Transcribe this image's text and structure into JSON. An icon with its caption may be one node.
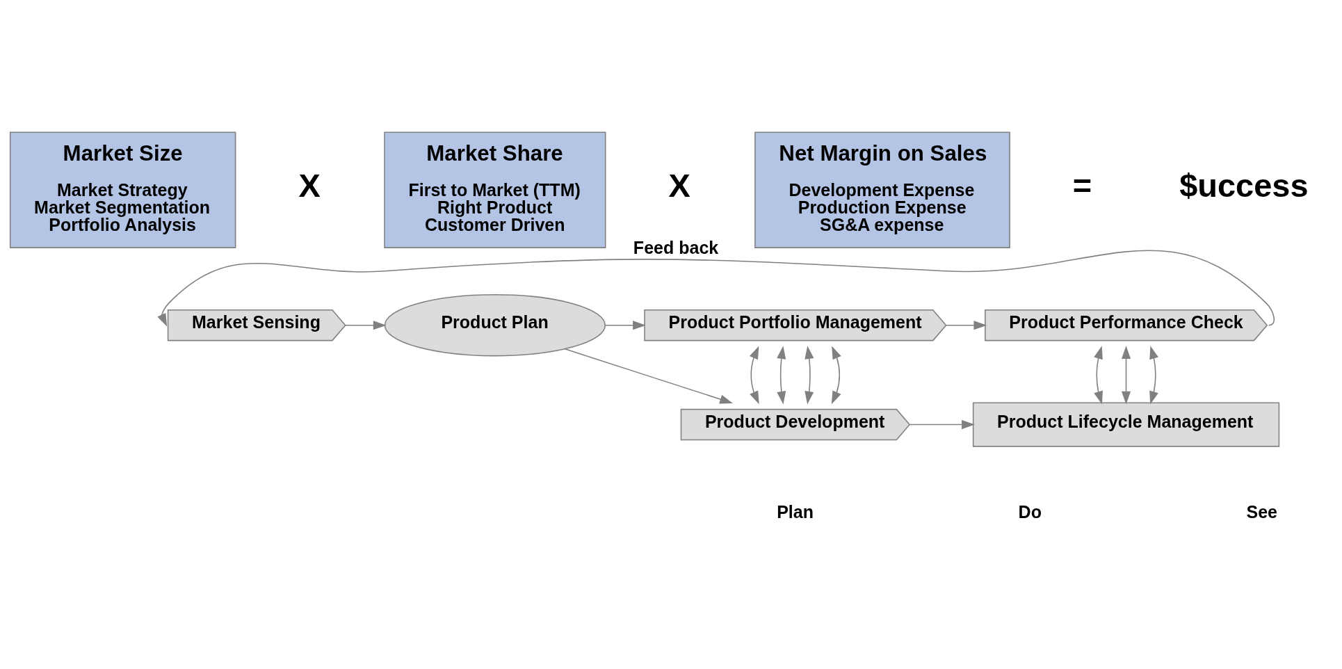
{
  "diagram": {
    "nodes": [
      {
        "text": [
          "Market Size",
          "Market Strategy",
          "Market Segmentation",
          "Portfolio Analysis"
        ]
      },
      {
        "text": [
          "Market Share",
          "First to Market (TTM)",
          "Right Product",
          "Customer Driven"
        ]
      },
      {
        "text": [
          "Net Margin on Sales",
          "Development Expense",
          "Production Expense",
          "SG&A expense"
        ]
      },
      {
        "text": [
          "Market Sensing"
        ]
      },
      {
        "text": [
          "Product Plan"
        ]
      },
      {
        "text": [
          "Product Portfolio Management"
        ]
      },
      {
        "text": [
          "Product Development"
        ]
      },
      {
        "text": [
          "Product Performance Check"
        ]
      },
      {
        "text": [
          "Product Lifecycle Management"
        ]
      }
    ],
    "edges": [
      {
        "from": 3,
        "to": 4,
        "arrow": "to"
      },
      {
        "from": 4,
        "to": 5,
        "arrow": "to"
      },
      {
        "from": 4,
        "to": 6,
        "arrow": "to"
      },
      {
        "from": 5,
        "to": 7,
        "arrow": "to"
      },
      {
        "from": 6,
        "to": 8,
        "arrow": "to"
      },
      {
        "from": 5,
        "to": 6,
        "arrow": "both"
      },
      {
        "from": 5,
        "to": 6,
        "arrow": "both"
      },
      {
        "from": 5,
        "to": 6,
        "arrow": "both"
      },
      {
        "from": 5,
        "to": 6,
        "arrow": "both"
      },
      {
        "from": 7,
        "to": 8,
        "arrow": "both"
      },
      {
        "from": 7,
        "to": 8,
        "arrow": "both"
      },
      {
        "from": 7,
        "to": 8,
        "arrow": "both"
      },
      {
        "from": 7,
        "to": 3,
        "arrow": "to",
        "label": "Feed back"
      }
    ],
    "labels": [
      "X",
      "X",
      "=",
      "$uccess",
      "Plan",
      "Do",
      "See"
    ]
  }
}
